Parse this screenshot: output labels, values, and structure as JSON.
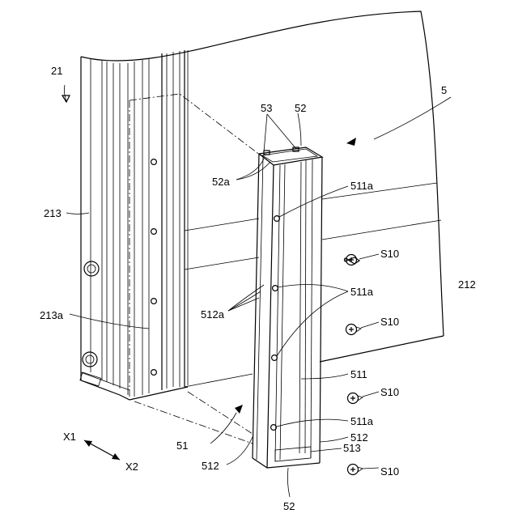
{
  "labels": {
    "ref_21": "21",
    "ref_5": "5",
    "ref_53": "53",
    "ref_52_top": "52",
    "ref_52a": "52a",
    "ref_511a_1": "511a",
    "ref_213": "213",
    "ref_s10_1": "S10",
    "ref_212": "212",
    "ref_511a_2": "511a",
    "ref_512a": "512a",
    "ref_213a": "213a",
    "ref_s10_2": "S10",
    "ref_511": "511",
    "ref_s10_3": "S10",
    "ref_511a_3": "511a",
    "ref_x1": "X1",
    "ref_512_right": "512",
    "ref_51": "51",
    "ref_513": "513",
    "ref_x2": "X2",
    "ref_512_left": "512",
    "ref_s10_4": "S10",
    "ref_52_bottom": "52"
  },
  "icons": {
    "screw": "screw-icon",
    "direction_arrow": "double-arrow-icon"
  },
  "colors": {
    "line": "#000000",
    "background": "#ffffff"
  }
}
